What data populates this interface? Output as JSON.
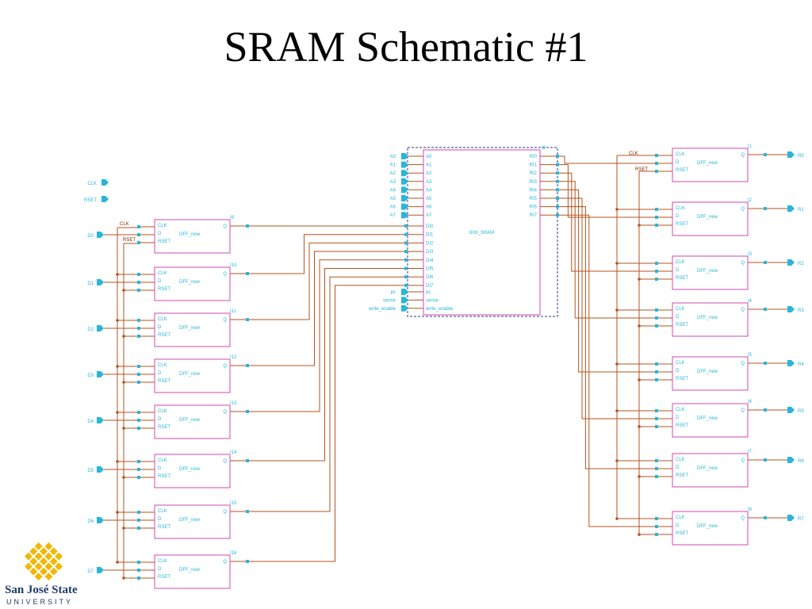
{
  "slide": {
    "title": "SRAM Schematic #1"
  },
  "colors": {
    "wire": "#b5531c",
    "pin": "#29b6d8",
    "box": "#d048b0",
    "frame": "#2b3a8c",
    "logo": "#f2b705",
    "logo_text": "#1d3a6e"
  },
  "global_inputs": {
    "clk": "CLK",
    "rset": "RSET"
  },
  "dff": {
    "cell": "DFF_new",
    "clk": "CLK",
    "d": "D",
    "rset": "RSET",
    "q": "Q"
  },
  "wire_labels": {
    "clk": "CLK",
    "rset": "RSET"
  },
  "left_dffs": [
    {
      "inst": "I9",
      "input": "D0"
    },
    {
      "inst": "I10",
      "input": "D1"
    },
    {
      "inst": "I11",
      "input": "D2"
    },
    {
      "inst": "I12",
      "input": "D3"
    },
    {
      "inst": "I13",
      "input": "D4"
    },
    {
      "inst": "I14",
      "input": "D5"
    },
    {
      "inst": "I15",
      "input": "D6"
    },
    {
      "inst": "I16",
      "input": "D7"
    }
  ],
  "right_dffs": [
    {
      "inst": "I1",
      "output": "R0"
    },
    {
      "inst": "I2",
      "output": "R1"
    },
    {
      "inst": "I3",
      "output": "R2"
    },
    {
      "inst": "I4",
      "output": "R3"
    },
    {
      "inst": "I5",
      "output": "R4"
    },
    {
      "inst": "I6",
      "output": "R5"
    },
    {
      "inst": "I7",
      "output": "R6"
    },
    {
      "inst": "I8",
      "output": "R7"
    }
  ],
  "sram": {
    "inst": "I0",
    "name": "8X8_SRAM",
    "addr_pins": [
      "A0",
      "A1",
      "A2",
      "A3",
      "A4",
      "A5",
      "A6",
      "A7"
    ],
    "data_pins": [
      "DI0",
      "DI1",
      "DI2",
      "DI3",
      "DI4",
      "DI5",
      "DI6",
      "DI7"
    ],
    "ctrl_pins": [
      "pc",
      "sense",
      "write_enable"
    ],
    "out_pins": [
      "RI0",
      "RI1",
      "RI2",
      "RI3",
      "RI4",
      "RI5",
      "RI6",
      "RI7"
    ]
  },
  "logo": {
    "line1": "San José State",
    "line2": "UNIVERSITY"
  }
}
